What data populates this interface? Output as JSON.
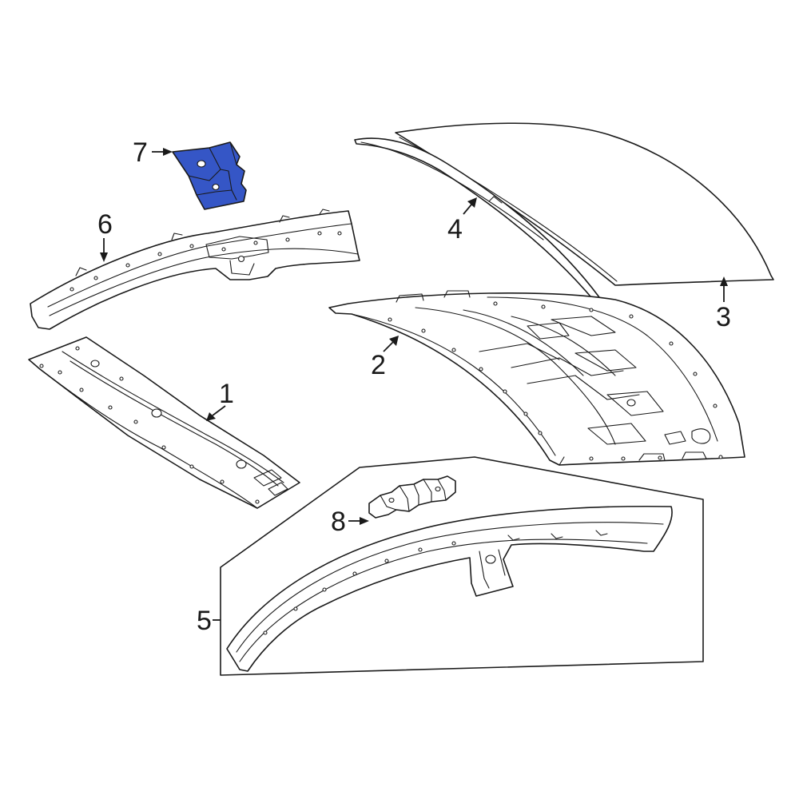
{
  "diagram": {
    "highlight_color": "#3556c6",
    "line_color": "#1a1a1a",
    "callouts": [
      {
        "label": "1"
      },
      {
        "label": "2"
      },
      {
        "label": "3"
      },
      {
        "label": "4"
      },
      {
        "label": "5"
      },
      {
        "label": "6"
      },
      {
        "label": "7"
      },
      {
        "label": "8"
      }
    ]
  }
}
